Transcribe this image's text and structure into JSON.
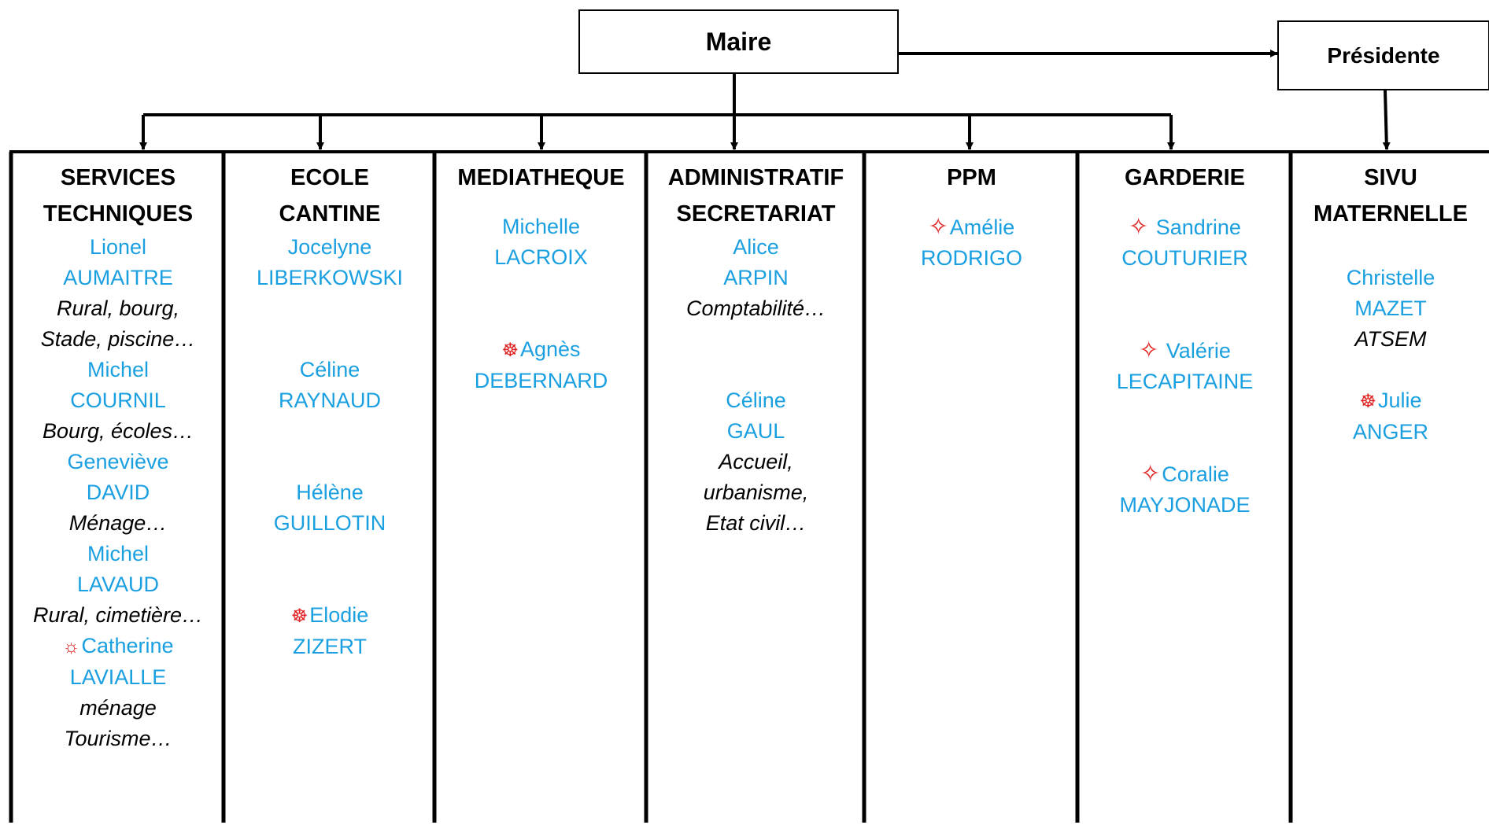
{
  "maire": "Maire",
  "presidente": "Présidente",
  "colors": {
    "name": "#1a9fe0",
    "marker": "#e02020",
    "line": "#000000"
  },
  "columns": [
    {
      "title": [
        "SERVICES",
        "TECHNIQUES"
      ],
      "entries": [
        {
          "type": "name",
          "text": "Lionel"
        },
        {
          "type": "name",
          "text": "AUMAITRE"
        },
        {
          "type": "role",
          "text": "Rural, bourg,"
        },
        {
          "type": "role",
          "text": "Stade, piscine…"
        },
        {
          "type": "name",
          "text": "Michel"
        },
        {
          "type": "name",
          "text": "COURNIL"
        },
        {
          "type": "role",
          "text": "Bourg, écoles…"
        },
        {
          "type": "name",
          "text": "Geneviève"
        },
        {
          "type": "name",
          "text": "DAVID"
        },
        {
          "type": "role",
          "text": "Ménage…"
        },
        {
          "type": "name",
          "text": "Michel"
        },
        {
          "type": "name",
          "text": "LAVAUD"
        },
        {
          "type": "role",
          "text": "Rural, cimetière…"
        },
        {
          "type": "name",
          "text": "Catherine",
          "marker": "sun"
        },
        {
          "type": "name",
          "text": "LAVIALLE"
        },
        {
          "type": "role",
          "text": "ménage"
        },
        {
          "type": "role",
          "text": "Tourisme…"
        }
      ]
    },
    {
      "title": [
        "ECOLE",
        "CANTINE"
      ],
      "entries": [
        {
          "type": "name",
          "text": "Jocelyne"
        },
        {
          "type": "name",
          "text": "LIBERKOWSKI"
        },
        {
          "type": "gap"
        },
        {
          "type": "gap"
        },
        {
          "type": "name",
          "text": "Céline"
        },
        {
          "type": "name",
          "text": "RAYNAUD"
        },
        {
          "type": "gap"
        },
        {
          "type": "gap"
        },
        {
          "type": "name",
          "text": "Hélène"
        },
        {
          "type": "name",
          "text": "GUILLOTIN"
        },
        {
          "type": "gap"
        },
        {
          "type": "gap"
        },
        {
          "type": "name",
          "text": "Elodie",
          "marker": "wheel"
        },
        {
          "type": "name",
          "text": "ZIZERT"
        }
      ]
    },
    {
      "title": [
        "MEDIATHEQUE"
      ],
      "entries": [
        {
          "type": "gap-half"
        },
        {
          "type": "name",
          "text": "Michelle"
        },
        {
          "type": "name",
          "text": "LACROIX"
        },
        {
          "type": "gap"
        },
        {
          "type": "gap"
        },
        {
          "type": "name",
          "text": "Agnès",
          "marker": "wheel"
        },
        {
          "type": "name",
          "text": "DEBERNARD"
        }
      ]
    },
    {
      "title": [
        "ADMINISTRATIF",
        "SECRETARIAT"
      ],
      "entries": [
        {
          "type": "name",
          "text": "Alice"
        },
        {
          "type": "name",
          "text": "ARPIN"
        },
        {
          "type": "role",
          "text": "Comptabilité…"
        },
        {
          "type": "gap"
        },
        {
          "type": "gap"
        },
        {
          "type": "name",
          "text": "Céline"
        },
        {
          "type": "name",
          "text": "GAUL"
        },
        {
          "type": "role",
          "text": "Accueil,"
        },
        {
          "type": "role",
          "text": "urbanisme,"
        },
        {
          "type": "role",
          "text": "Etat civil…"
        }
      ]
    },
    {
      "title": [
        "PPM"
      ],
      "entries": [
        {
          "type": "gap-half"
        },
        {
          "type": "name",
          "text": "Amélie",
          "marker": "star"
        },
        {
          "type": "name",
          "text": "RODRIGO"
        }
      ]
    },
    {
      "title": [
        "GARDERIE"
      ],
      "entries": [
        {
          "type": "gap-half"
        },
        {
          "type": "name",
          "text": " Sandrine",
          "marker": "star"
        },
        {
          "type": "name",
          "text": "COUTURIER"
        },
        {
          "type": "gap"
        },
        {
          "type": "gap"
        },
        {
          "type": "name",
          "text": " Valérie",
          "marker": "star"
        },
        {
          "type": "name",
          "text": "LECAPITAINE"
        },
        {
          "type": "gap"
        },
        {
          "type": "gap"
        },
        {
          "type": "name",
          "text": "Coralie",
          "marker": "star"
        },
        {
          "type": "name",
          "text": "MAYJONADE"
        }
      ]
    },
    {
      "title": [
        "SIVU",
        "MATERNELLE"
      ],
      "entries": [
        {
          "type": "gap"
        },
        {
          "type": "name",
          "text": "Christelle"
        },
        {
          "type": "name",
          "text": "MAZET"
        },
        {
          "type": "role",
          "text": "ATSEM"
        },
        {
          "type": "gap"
        },
        {
          "type": "name",
          "text": "Julie",
          "marker": "wheel"
        },
        {
          "type": "name",
          "text": "ANGER"
        }
      ]
    }
  ]
}
